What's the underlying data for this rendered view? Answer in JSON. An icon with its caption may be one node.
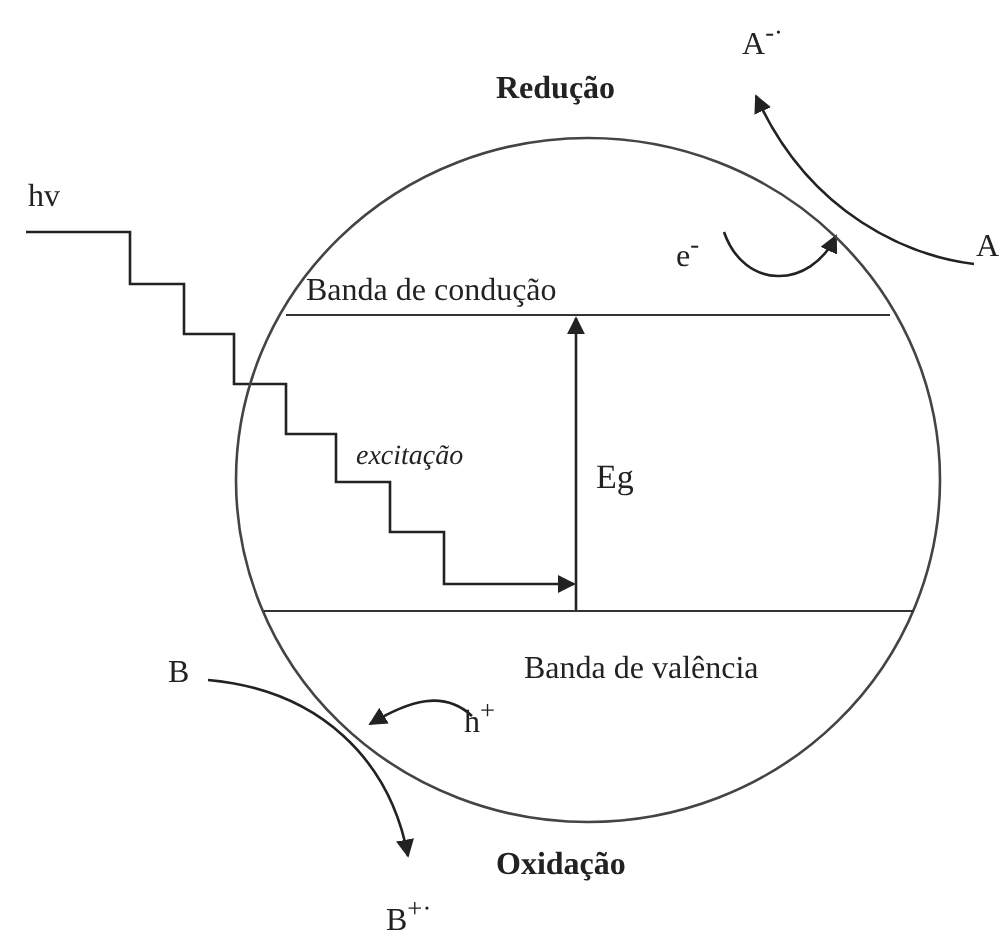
{
  "diagram": {
    "nodes": [
      {
        "text": [],
        "shape": "circle"
      },
      {
        "text": [
          "Banda de condução"
        ],
        "in": 0
      },
      {
        "text": [
          "Banda de valência"
        ],
        "in": 0
      },
      {
        "text": [
          "hv"
        ]
      },
      {
        "text": [
          "A"
        ]
      },
      {
        "text": [
          "A$^{-·}$"
        ]
      },
      {
        "text": [
          "e$^{-}$"
        ],
        "in": 0
      },
      {
        "text": [
          "h$^{+}$"
        ],
        "in": 0
      },
      {
        "text": [
          "B"
        ]
      },
      {
        "text": [
          "B$^{+·}$"
        ]
      }
    ],
    "edges": [
      {
        "from": 3,
        "to": 2,
        "arrow": "to",
        "label": "excitação"
      },
      {
        "from": 2,
        "to": 1,
        "arrow": "to",
        "label": "Eg"
      },
      {
        "from": 4,
        "to": 5,
        "arrow": "to"
      },
      {
        "from": 6,
        "to": null,
        "arrow": "to"
      },
      {
        "from": 8,
        "to": 9,
        "arrow": "to"
      },
      {
        "from": 7,
        "to": null,
        "arrow": "to"
      }
    ],
    "labels": [
      "Redução",
      "Oxidação"
    ]
  }
}
